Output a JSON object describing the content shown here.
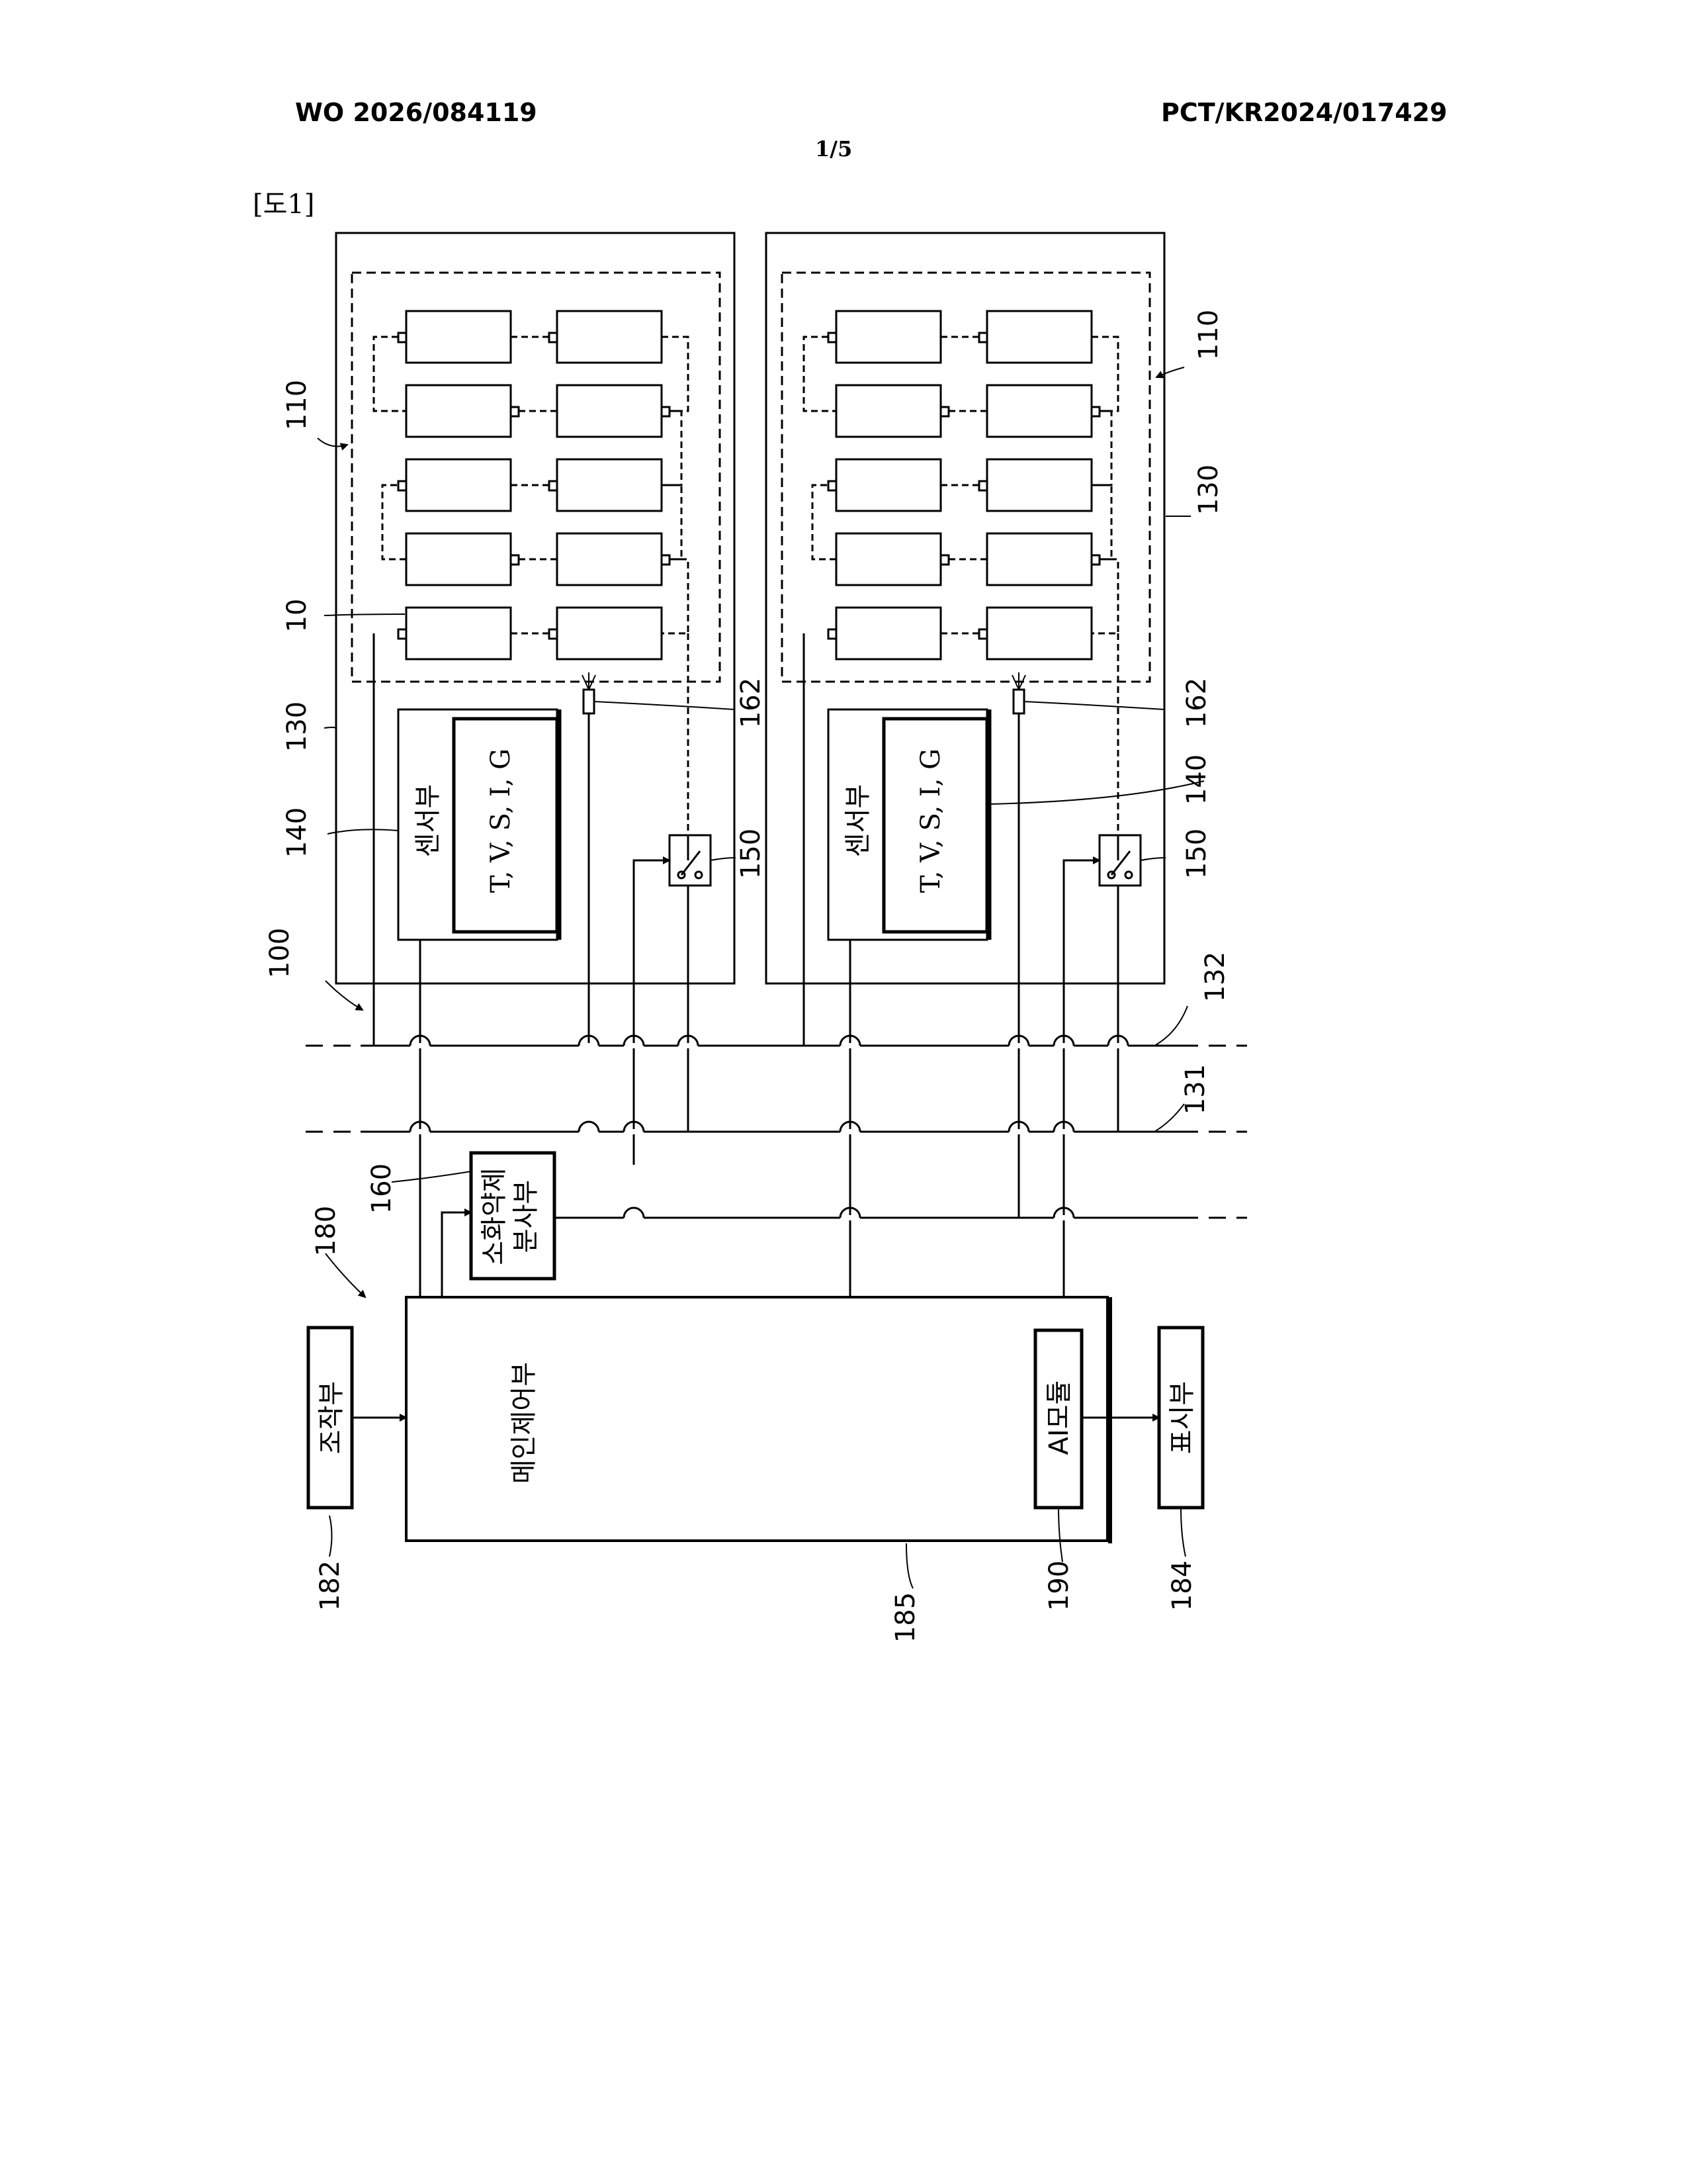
{
  "header": {
    "pub_number": "WO 2026/084119",
    "app_number": "PCT/KR2024/017429",
    "page": "1/5"
  },
  "figure": {
    "label": "[도1]",
    "units": {
      "sensor_label": "센서부",
      "sensor_values": "T, V, S, I, G",
      "fire_agent": [
        "소화약제",
        "분사부"
      ],
      "main_control": "메인제어부",
      "ai_module": "AI모듈",
      "operation": "조작부",
      "display": "표시부"
    },
    "refs": {
      "r100": "100",
      "r110": "110",
      "r10": "10",
      "r130": "130",
      "r131": "131",
      "r132": "132",
      "r140": "140",
      "r150": "150",
      "r160": "160",
      "r162": "162",
      "r180": "180",
      "r182": "182",
      "r184": "184",
      "r185": "185",
      "r190": "190"
    }
  }
}
